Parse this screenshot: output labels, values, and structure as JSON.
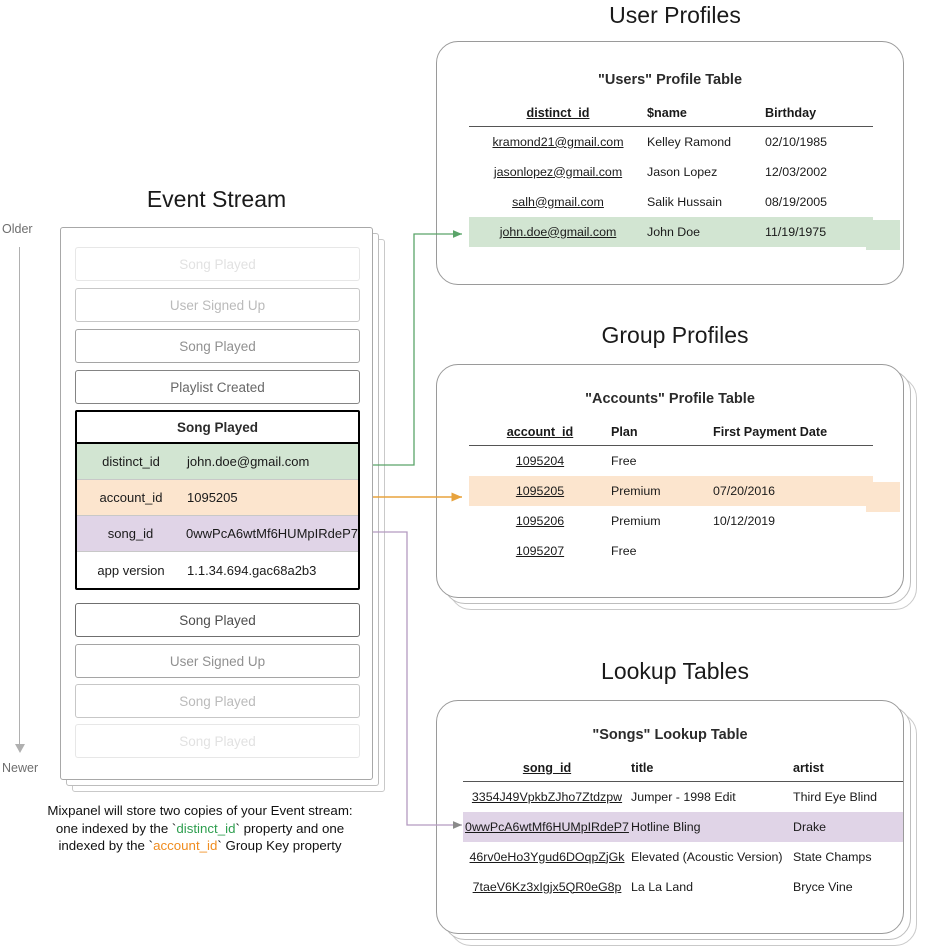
{
  "sections": {
    "event_stream_title": "Event Stream",
    "user_profiles_title": "User Profiles",
    "group_profiles_title": "Group Profiles",
    "lookup_tables_title": "Lookup Tables"
  },
  "time_axis": {
    "older_label": "Older",
    "newer_label": "Newer"
  },
  "event_stream": {
    "events_above": [
      {
        "name": "Song Played",
        "fade": "f1"
      },
      {
        "name": "User Signed Up",
        "fade": "f2"
      },
      {
        "name": "Song Played",
        "fade": "f3"
      },
      {
        "name": "Playlist Created",
        "fade": "f4"
      }
    ],
    "events_below": [
      {
        "name": "Song Played",
        "fade": "full"
      },
      {
        "name": "User Signed Up",
        "fade": "f3"
      },
      {
        "name": "Song Played",
        "fade": "f2"
      },
      {
        "name": "Song Played",
        "fade": "f1"
      }
    ],
    "expanded_event": {
      "title": "Song Played",
      "properties": [
        {
          "key": "distinct_id",
          "value": "john.doe@gmail.com",
          "highlight": "green"
        },
        {
          "key": "account_id",
          "value": "1095205",
          "highlight": "orange"
        },
        {
          "key": "song_id",
          "value": "0wwPcA6wtMf6HUMpIRdeP7",
          "highlight": "purple"
        },
        {
          "key": "app version",
          "value": "1.1.34.694.gac68a2b3",
          "highlight": "plain"
        }
      ]
    }
  },
  "caption": {
    "line1": "Mixpanel will store two copies of your Event stream:",
    "line2_pre": "one indexed by the `",
    "line2_token": "distinct_id",
    "line2_post": "` property and one",
    "line3_pre": "indexed by the `",
    "line3_token": "account_id",
    "line3_post": "` Group Key property"
  },
  "users_table": {
    "title": "\"Users\" Profile Table",
    "columns": [
      "distinct_id",
      "$name",
      "Birthday"
    ],
    "rows": [
      {
        "cells": [
          "kramond21@gmail.com",
          "Kelley Ramond",
          "02/10/1985"
        ],
        "highlight": ""
      },
      {
        "cells": [
          "jasonlopez@gmail.com",
          "Jason Lopez",
          "12/03/2002"
        ],
        "highlight": ""
      },
      {
        "cells": [
          "salh@gmail.com",
          "Salik Hussain",
          "08/19/2005"
        ],
        "highlight": ""
      },
      {
        "cells": [
          "john.doe@gmail.com",
          "John Doe",
          "11/19/1975"
        ],
        "highlight": "hl-green"
      }
    ]
  },
  "accounts_table": {
    "title": "\"Accounts\" Profile Table",
    "columns": [
      "account_id",
      "Plan",
      "First Payment Date"
    ],
    "rows": [
      {
        "cells": [
          "1095204",
          "Free",
          ""
        ],
        "highlight": ""
      },
      {
        "cells": [
          "1095205",
          "Premium",
          "07/20/2016"
        ],
        "highlight": "hl-orange"
      },
      {
        "cells": [
          "1095206",
          "Premium",
          "10/12/2019"
        ],
        "highlight": ""
      },
      {
        "cells": [
          "1095207",
          "Free",
          ""
        ],
        "highlight": ""
      }
    ]
  },
  "songs_table": {
    "title": "\"Songs\" Lookup Table",
    "columns": [
      "song_id",
      "title",
      "artist"
    ],
    "rows": [
      {
        "cells": [
          "3354J49VpkbZJho7Ztdzpw",
          "Jumper - 1998 Edit",
          "Third Eye Blind"
        ],
        "highlight": ""
      },
      {
        "cells": [
          "0wwPcA6wtMf6HUMpIRdeP7",
          "Hotline Bling",
          "Drake"
        ],
        "highlight": "hl-purple"
      },
      {
        "cells": [
          "46rv0eHo3Ygud6DOqpZjGk",
          "Elevated (Acoustic Version)",
          "State Champs"
        ],
        "highlight": ""
      },
      {
        "cells": [
          "7taeV6Kz3xIgjx5QR0eG8p",
          "La La Land",
          "Bryce Vine"
        ],
        "highlight": ""
      }
    ]
  },
  "colors": {
    "green_highlight": "#d2e5d2",
    "orange_highlight": "#fce5ce",
    "purple_highlight": "#e0d4e7",
    "green_arrow": "#5aa469",
    "orange_arrow": "#e8a33d",
    "purple_arrow": "#b39ac0",
    "card_border": "#9a9a9a"
  }
}
